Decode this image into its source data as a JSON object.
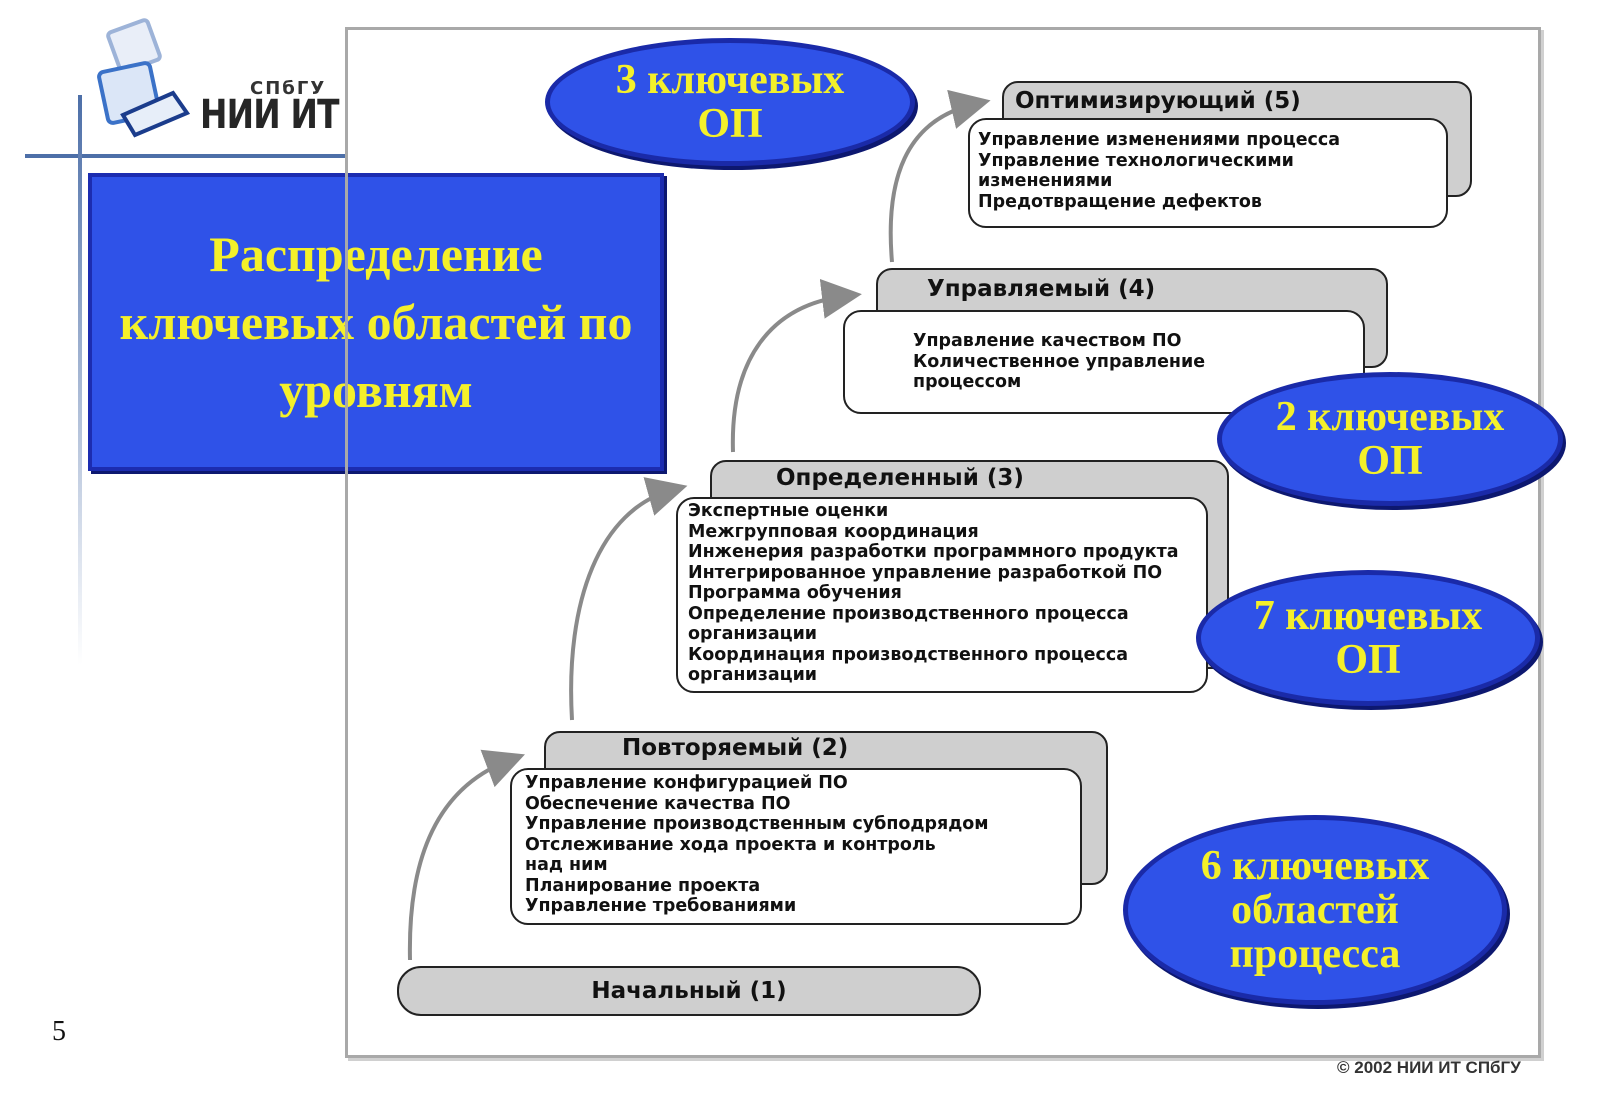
{
  "logo": {
    "small": "СПбГУ",
    "big": "НИИ ИТ"
  },
  "title": "Распределение ключевых областей по уровням",
  "levels": [
    {
      "title": "Начальный (1)",
      "items": []
    },
    {
      "title": "Повторяемый (2)",
      "items": [
        "Управление конфигурацией ПО",
        "Обеспечение качества ПО",
        "Управление производственным субподрядом",
        "Отслеживание хода проекта и контроль",
        "над ним",
        "Планирование проекта",
        "Управление требованиями"
      ]
    },
    {
      "title": "Определенный (3)",
      "items": [
        "Экспертные оценки",
        "Межгрупповая координация",
        "Инженерия разработки программного продукта",
        "Интегрированное управление разработкой ПО",
        "Программа обучения",
        "Определение производственного процесса",
        "организации",
        "Координация производственного процесса",
        "организации"
      ]
    },
    {
      "title": "Управляемый (4)",
      "items": [
        "Управление качеством ПО",
        "Количественное управление",
        "процессом"
      ]
    },
    {
      "title": "Оптимизирующий (5)",
      "items": [
        "Управление изменениями процесса",
        "Управление технологическими",
        "изменениями",
        "Предотвращение дефектов"
      ]
    }
  ],
  "ovals": [
    {
      "lines": [
        "3 ключевых",
        "ОП"
      ]
    },
    {
      "lines": [
        "2 ключевых",
        "ОП"
      ]
    },
    {
      "lines": [
        "7 ключевых",
        "ОП"
      ]
    },
    {
      "lines": [
        "6 ключевых",
        "областей",
        "процесса"
      ]
    }
  ],
  "page_number": "5",
  "copyright": "© 2002 НИИ ИТ СПбГУ",
  "colors": {
    "accent_blue": "#2f52e8",
    "title_yellow": "#f4f02a",
    "card_gray": "#cfcfcf",
    "arrow_gray": "#8a8a8a"
  }
}
